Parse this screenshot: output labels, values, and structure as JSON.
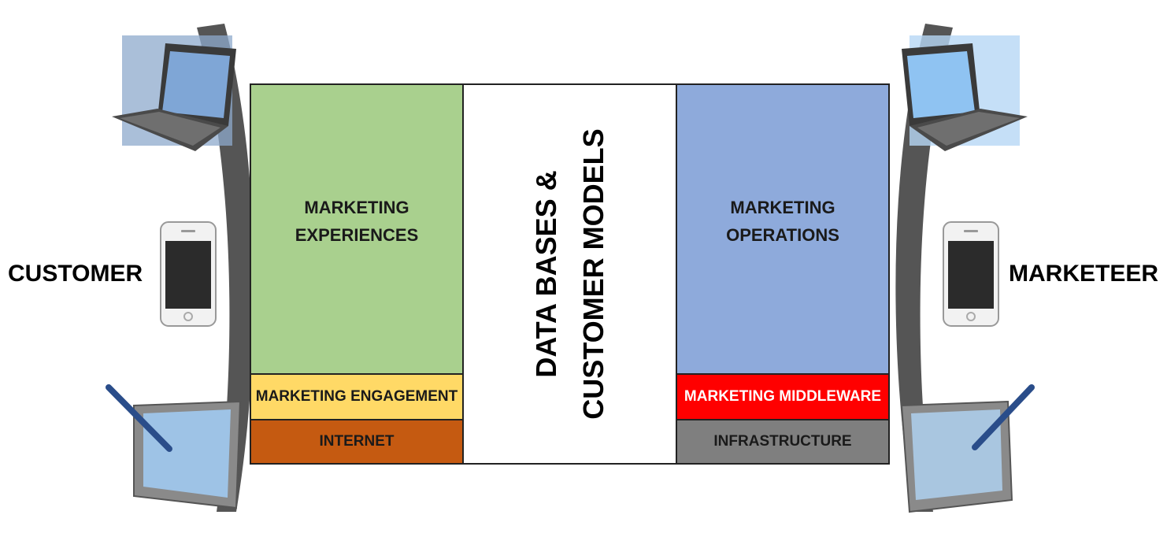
{
  "left_side": {
    "label": "CUSTOMER"
  },
  "right_side": {
    "label": "MARKETEER"
  },
  "blocks": {
    "marketing_experiences": "MARKETING\nEXPERIENCES",
    "marketing_engagement": "MARKETING ENGAGEMENT",
    "internet": "INTERNET",
    "databases": "DATA BASES &\nCUSTOMER MODELS",
    "marketing_operations": "MARKETING\nOPERATIONS",
    "marketing_middleware": "MARKETING MIDDLEWARE",
    "infrastructure": "INFRASTRUCTURE"
  },
  "colors": {
    "experiences": "#a9d08e",
    "engagement": "#ffd966",
    "internet": "#c55a11",
    "operations": "#8eaadb",
    "middleware": "#ff0000",
    "infrastructure": "#7f7f7f"
  },
  "icons": {
    "left": [
      "laptop-icon",
      "smartphone-icon",
      "tablet-with-stylus-icon"
    ],
    "right": [
      "laptop-icon",
      "smartphone-icon",
      "tablet-with-stylus-icon"
    ]
  }
}
